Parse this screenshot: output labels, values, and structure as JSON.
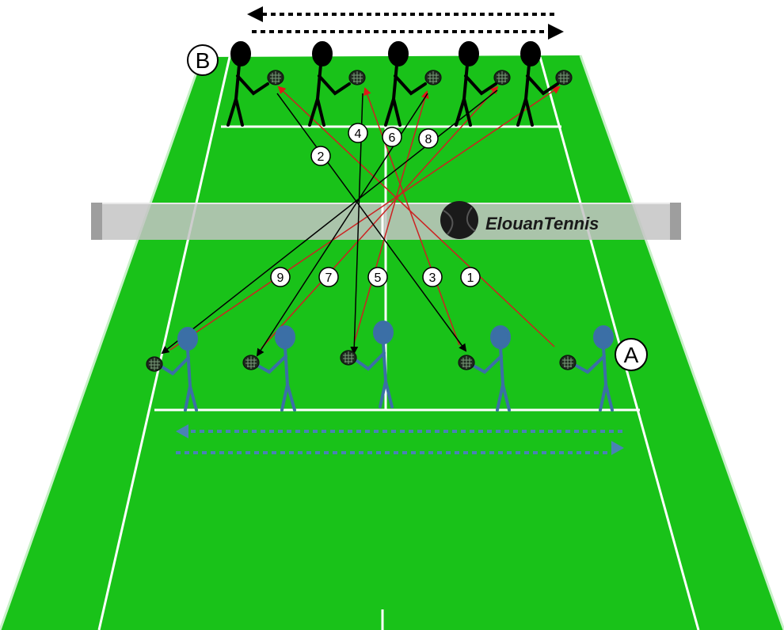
{
  "diagram": {
    "player_labels": {
      "top": "B",
      "bottom": "A"
    },
    "brand": {
      "text": "ElouanTennis"
    },
    "shot_numbers": [
      "1",
      "2",
      "3",
      "4",
      "5",
      "6",
      "7",
      "8",
      "9"
    ],
    "colors": {
      "court": "#19c219",
      "court_lines": "#ffffff",
      "net": "#b3b3b3",
      "top_player": "#000000",
      "bottom_player": "#3b6fa6",
      "red_shot": "#cc2222",
      "black_shot": "#000000",
      "movement_arrow_top": "#000000",
      "movement_arrow_bottom": "#4a82b5"
    },
    "icons": {
      "logo": "tennis-ball-icon",
      "racket": "tennis-racket-icon"
    }
  }
}
